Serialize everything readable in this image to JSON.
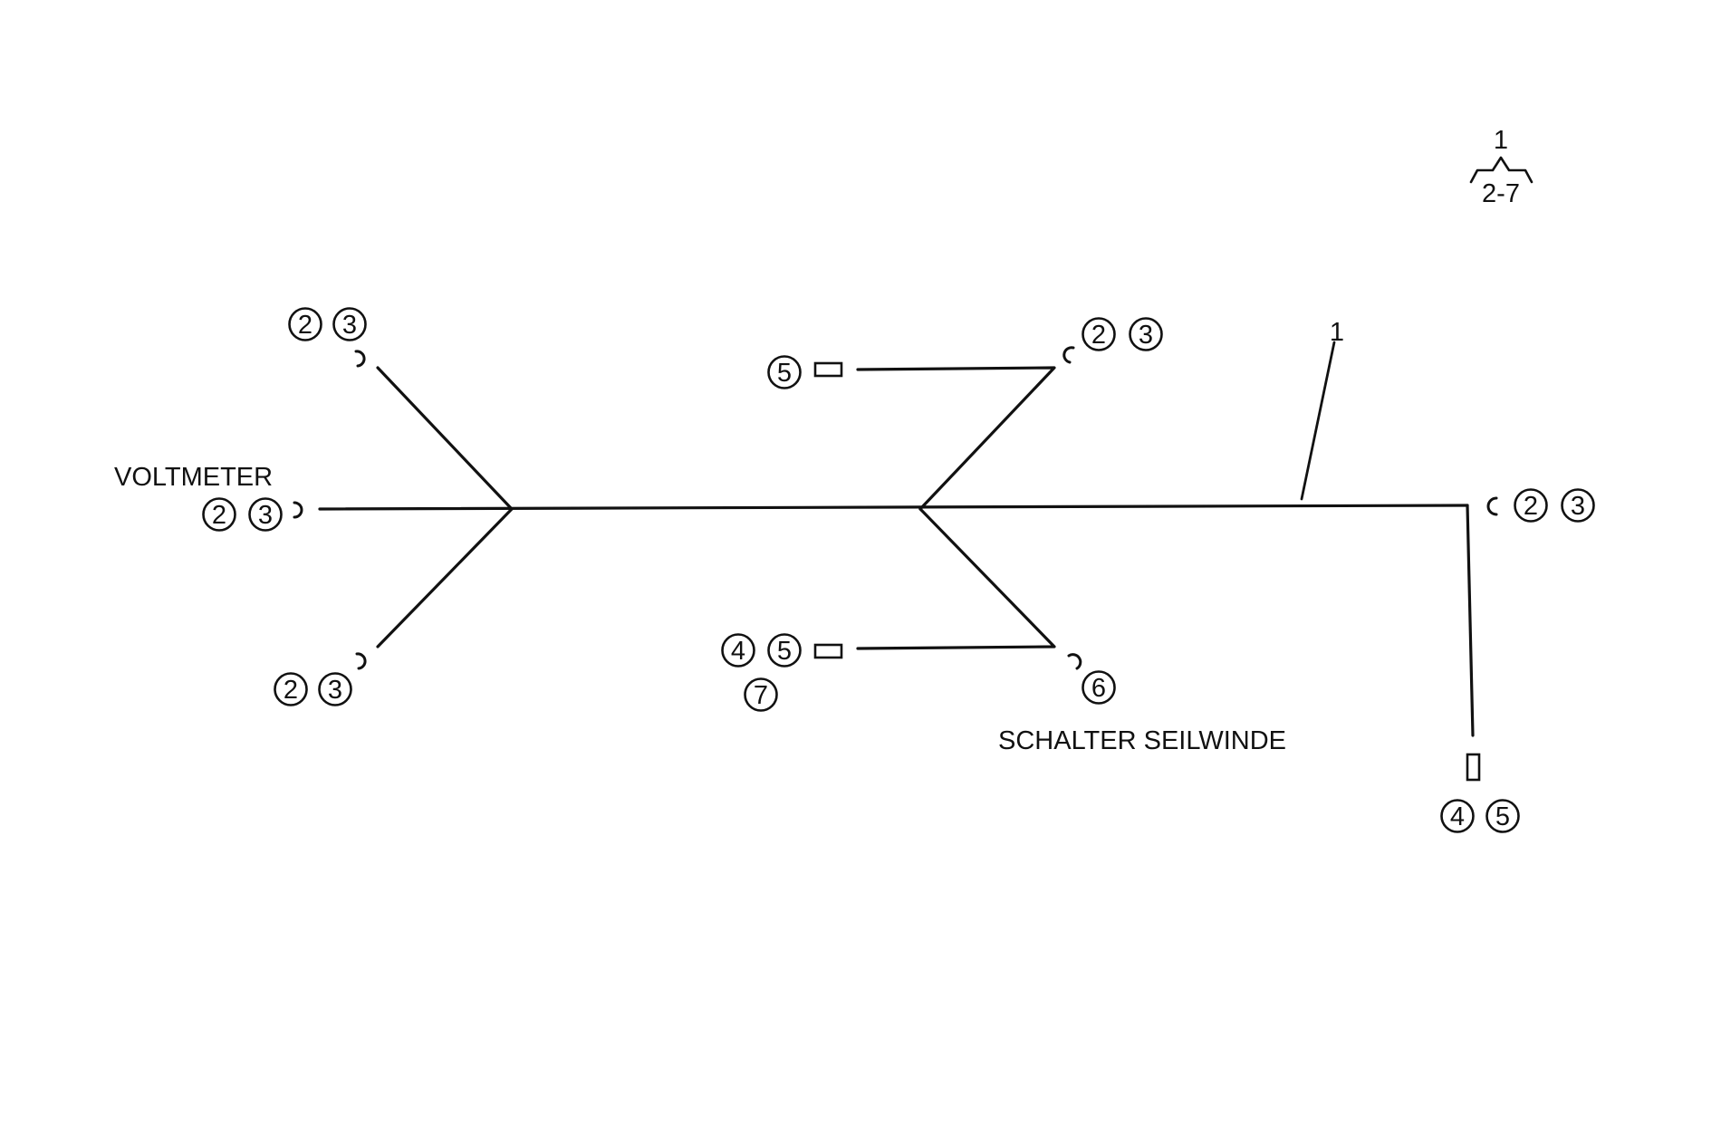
{
  "legend": {
    "top": "1",
    "bottom": "2-7"
  },
  "labels": {
    "voltmeter": "VOLTMETER",
    "winch_switch": "SCHALTER SEILWINDE",
    "harness_ref": "1"
  },
  "connectors": {
    "upper_left": [
      "2",
      "3"
    ],
    "voltmeter": [
      "2",
      "3"
    ],
    "lower_left": [
      "2",
      "3"
    ],
    "upper_mid_plug": [
      "5"
    ],
    "upper_mid_ring": [
      "2",
      "3"
    ],
    "lower_mid_plug_row1": [
      "4",
      "5"
    ],
    "lower_mid_plug_row2": [
      "7"
    ],
    "winch_switch": [
      "6"
    ],
    "right_ring": [
      "2",
      "3"
    ],
    "bottom_right_plug": [
      "4",
      "5"
    ]
  }
}
